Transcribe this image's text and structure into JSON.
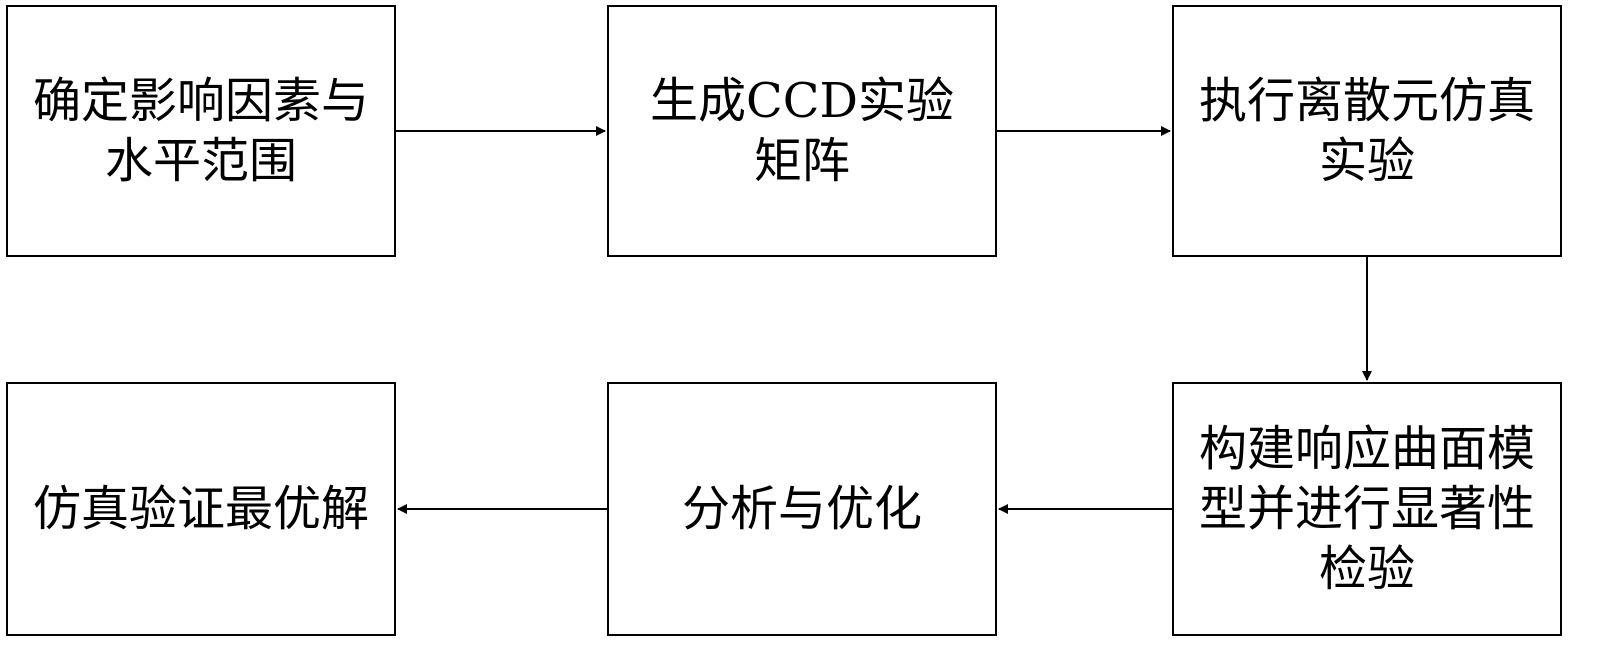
{
  "diagram": {
    "steps": [
      {
        "id": "step-1",
        "label": "确定影响因素与\n水平范围"
      },
      {
        "id": "step-2",
        "label": "生成CCD实验矩阵"
      },
      {
        "id": "step-3",
        "label": "执行离散元仿真\n实验"
      },
      {
        "id": "step-4",
        "label": "构建响应曲面模\n型并进行显著性\n检验"
      },
      {
        "id": "step-5",
        "label": "分析与优化"
      },
      {
        "id": "step-6",
        "label": "仿真验证最优解"
      }
    ],
    "edges": [
      {
        "from": "step-1",
        "to": "step-2"
      },
      {
        "from": "step-2",
        "to": "step-3"
      },
      {
        "from": "step-3",
        "to": "step-4"
      },
      {
        "from": "step-4",
        "to": "step-5"
      },
      {
        "from": "step-5",
        "to": "step-6"
      }
    ],
    "colors": {
      "stroke": "#000000",
      "fill": "#ffffff",
      "text": "#000000"
    }
  }
}
